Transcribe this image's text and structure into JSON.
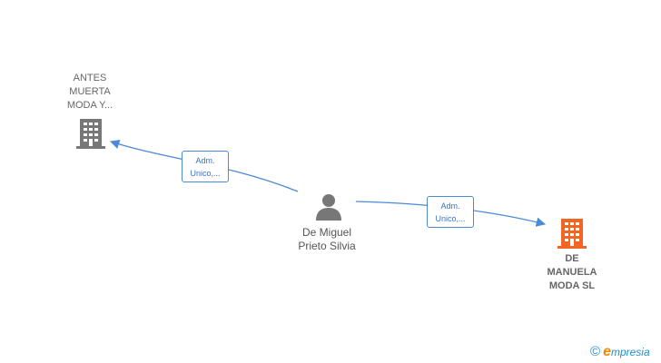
{
  "nodes": {
    "company_top": {
      "label_lines": [
        "ANTES",
        "MUERTA",
        "MODA Y..."
      ],
      "icon": "building-icon",
      "color": "#777777"
    },
    "person": {
      "label_lines": [
        "De Miguel",
        "Prieto Silvia"
      ],
      "icon": "person-icon",
      "color": "#777777"
    },
    "company_main": {
      "label_lines": [
        "DE",
        "MANUELA",
        "MODA  SL"
      ],
      "icon": "building-icon",
      "color": "#f26522"
    }
  },
  "edges": [
    {
      "label_lines": [
        "Adm.",
        "Unico,..."
      ],
      "from": "person",
      "to": "company_top",
      "color": "#4a8ad8"
    },
    {
      "label_lines": [
        "Adm.",
        "Unico,..."
      ],
      "from": "person",
      "to": "company_main",
      "color": "#4a8ad8"
    }
  ],
  "watermark": {
    "copyright_symbol": "©",
    "brand_initial": "e",
    "brand_rest": "mpresia"
  }
}
